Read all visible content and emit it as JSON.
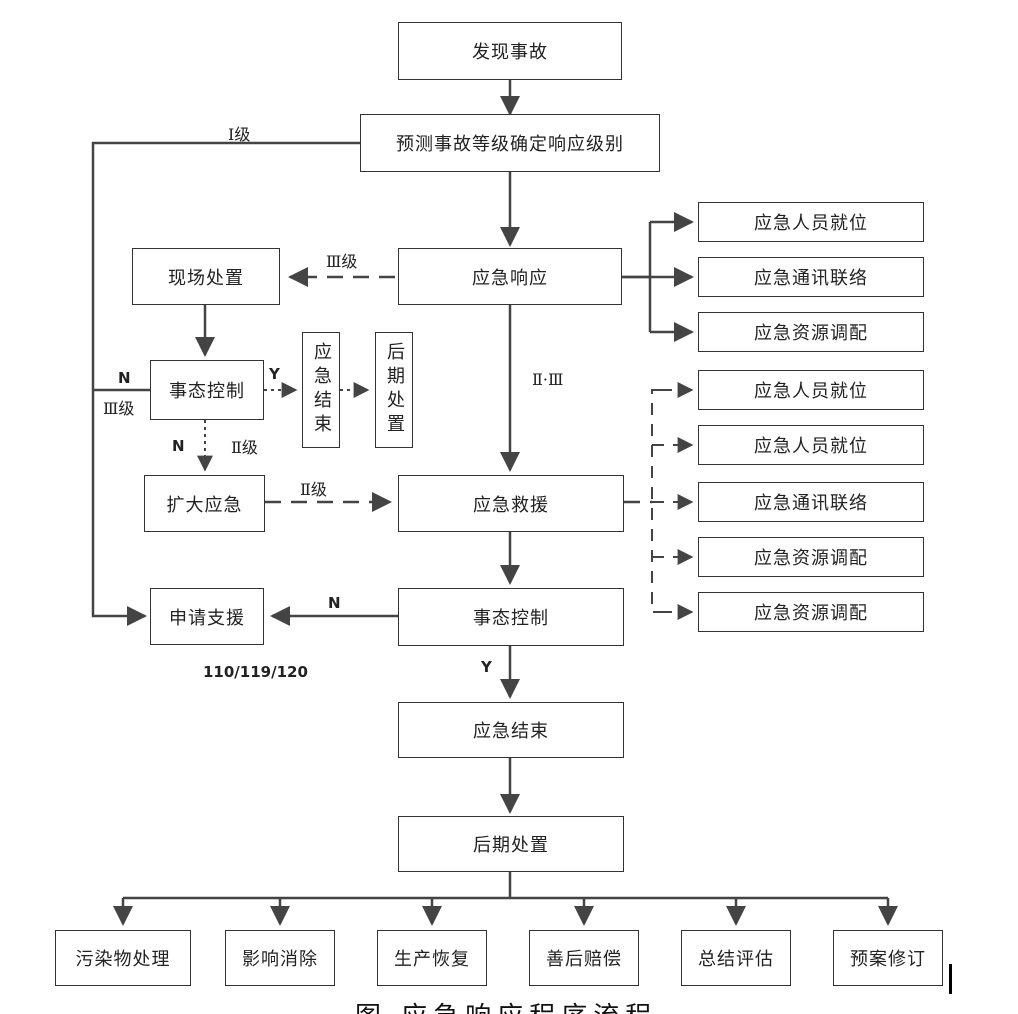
{
  "flow": {
    "discover": "发现事故",
    "predict": "预测事故等级确定响应级别",
    "onsite": "现场处置",
    "response": "应急响应",
    "control1": "事态控制",
    "end_small": "应急结束",
    "after_small": "后期处置",
    "expand": "扩大应急",
    "rescue": "应急救援",
    "support": "申请支援",
    "control2": "事态控制",
    "end": "应急结束",
    "after": "后期处置"
  },
  "resp_group": [
    "应急人员就位",
    "应急通讯联络",
    "应急资源调配"
  ],
  "rescue_group": [
    "应急人员就位",
    "应急人员就位",
    "应急通讯联络",
    "应急资源调配",
    "应急资源调配"
  ],
  "final_steps": [
    "污染物处理",
    "影响消除",
    "生产恢复",
    "善后赔偿",
    "总结评估",
    "预案修订"
  ],
  "labels": {
    "level1": "Ⅰ级",
    "level3": "Ⅲ级",
    "level23": "Ⅱ·Ⅲ",
    "level3_left": "Ⅲ级",
    "level2_down": "Ⅱ级",
    "level2_right": "Ⅱ级",
    "n_left": "N",
    "y_right": "Y",
    "n_down": "N",
    "n_support": "N",
    "y_down": "Y",
    "phones": "110/119/120"
  },
  "caption": "图 应急响应程序流程图",
  "colors": {
    "line": "#444444",
    "border": "#333333",
    "text": "#222222"
  }
}
